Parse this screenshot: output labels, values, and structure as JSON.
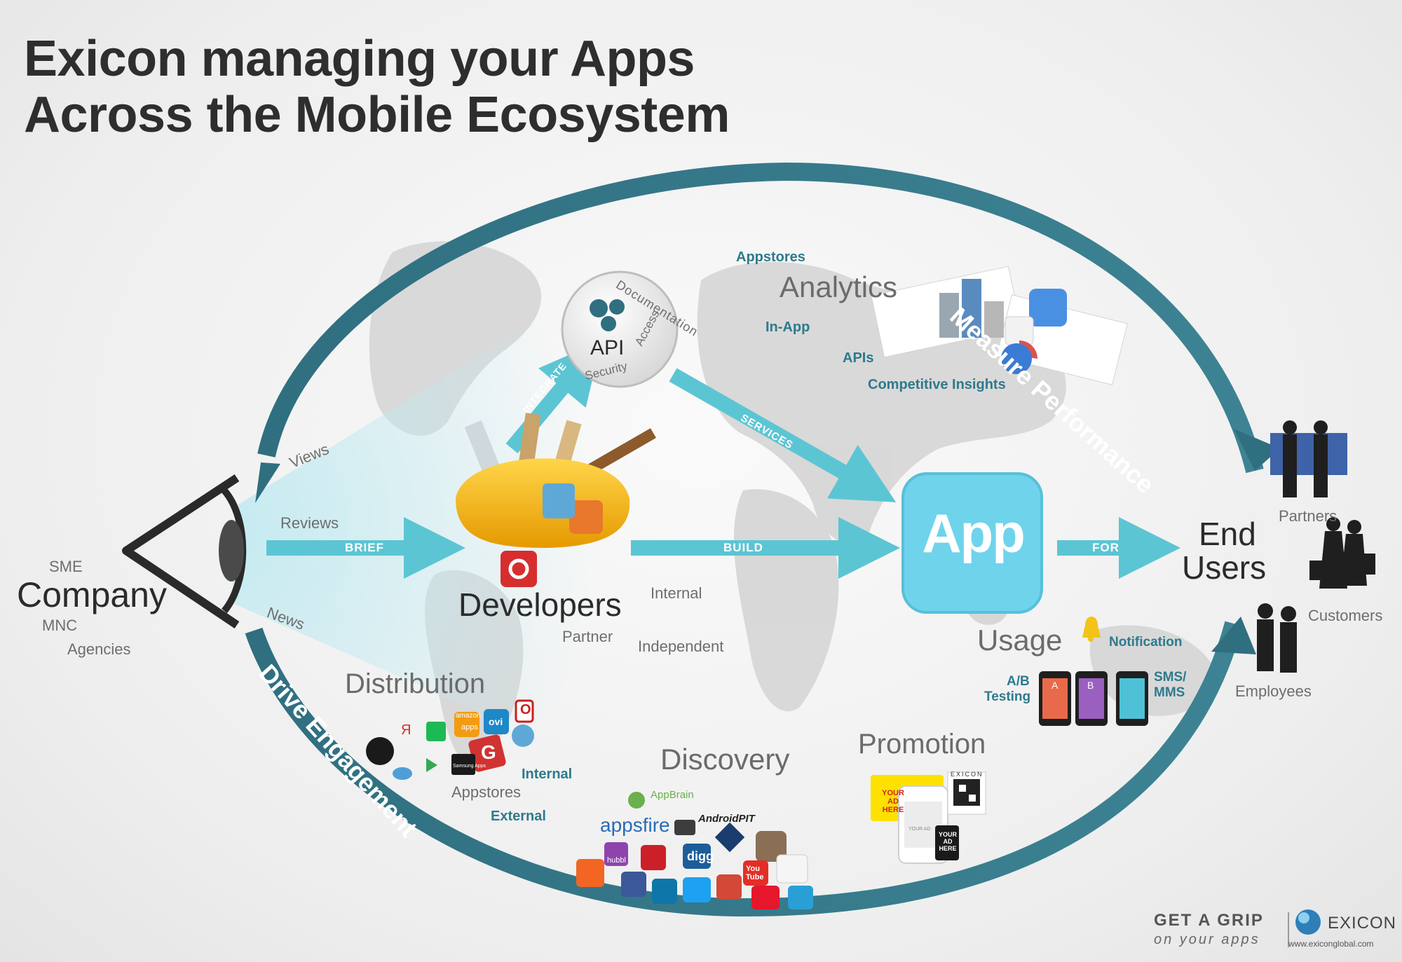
{
  "title": {
    "line1": "Exicon managing your Apps",
    "line2": "Across the Mobile Ecosystem"
  },
  "arcs": {
    "top": "Measure Performance",
    "bottom": "Drive Engagement"
  },
  "company": {
    "label": "Company",
    "sme": "SME",
    "mnc": "MNC",
    "agencies": "Agencies"
  },
  "eye_labels": {
    "views": "Views",
    "reviews": "Reviews",
    "news": "News"
  },
  "arrows": {
    "brief": "BRIEF",
    "build": "BUILD",
    "for": "FOR",
    "integrate": "INTEGRATE",
    "services": "SERVICES"
  },
  "api": {
    "label": "API",
    "documentation": "Documentation",
    "security": "Security",
    "access": "Access"
  },
  "developers": {
    "label": "Developers",
    "internal": "Internal",
    "partner": "Partner",
    "independent": "Independent"
  },
  "analytics": {
    "label": "Analytics",
    "appstores": "Appstores",
    "in_app": "In-App",
    "apis": "APIs",
    "competitive": "Competitive Insights"
  },
  "app": {
    "label": "App"
  },
  "end_users": {
    "line1": "End",
    "line2": "Users",
    "partners": "Partners",
    "customers": "Customers",
    "employees": "Employees"
  },
  "usage": {
    "label": "Usage",
    "notification": "Notification",
    "ab": "A/B",
    "testing": "Testing",
    "sms": "SMS/",
    "mms": "MMS",
    "phone_a": "A",
    "phone_b": "B"
  },
  "distribution": {
    "label": "Distribution",
    "internal": "Internal",
    "appstores": "Appstores",
    "external": "External",
    "logo_amazon": "amazon",
    "logo_apps": "apps",
    "logo_ovi": "ovi",
    "logo_samsung": "Samsung Apps",
    "logo_yandex": "Я",
    "logo_getjar": "G",
    "logo_opera": "O"
  },
  "discovery": {
    "label": "Discovery",
    "appbrain": "AppBrain",
    "appsfire": "appsfire",
    "androidpit": "AndroidPIT",
    "digg": "digg",
    "hubbl": "hubbl",
    "youtube": "You Tube"
  },
  "promotion": {
    "label": "Promotion",
    "exicon": "EXICON",
    "your_ad": "YOUR AD HERE",
    "your_ad_small": "YOUR AD"
  },
  "footer": {
    "grip": "GET A GRIP",
    "on_apps": "on your apps",
    "brand": "EXICON",
    "url": "www.exiconglobal.com"
  },
  "colors": {
    "arc": "#2f6f80",
    "arrow": "#5cc5d3",
    "app_tile": "#6fd3ec",
    "teal_text": "#2e7a8c"
  }
}
